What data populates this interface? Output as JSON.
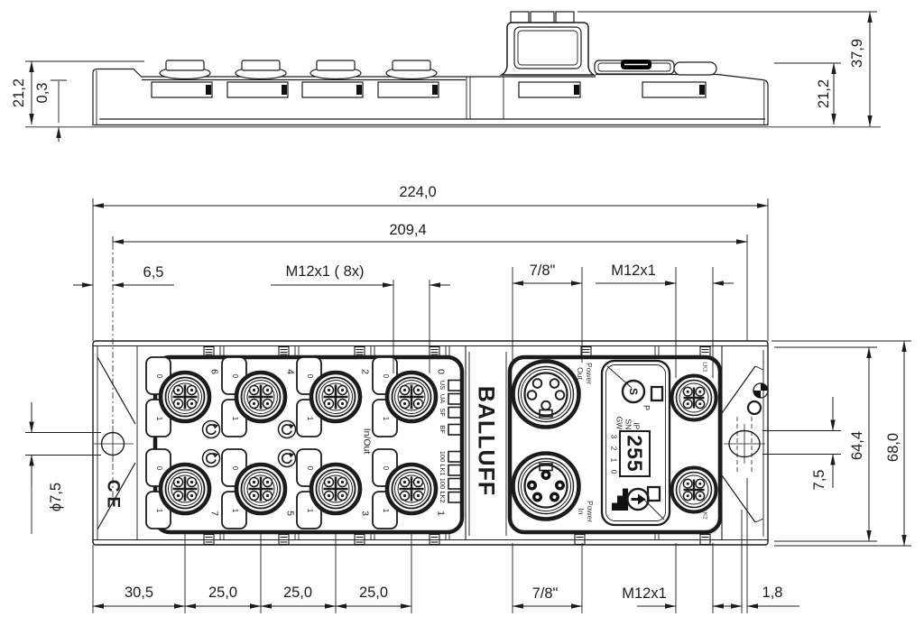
{
  "top_view": {
    "dim_height": "21,2",
    "dim_lip": "0,3",
    "dim_total_height": "37,9",
    "dim_body_height": "21,2"
  },
  "front_view": {
    "dim_overall_width": "224,0",
    "dim_mount_width": "209,4",
    "dim_edge_offset": "6,5",
    "dim_io_thread": "M12x1 ( 8x)",
    "dim_power_thread": "7/8\"",
    "dim_eth_thread": "M12x1",
    "dim_bottom": [
      "30,5",
      "25,0",
      "25,0",
      "25,0"
    ],
    "dim_power_thread_b": "7/8\"",
    "dim_eth_thread_b": "M12x1",
    "dim_edge_right": "1,8",
    "dim_hole": "ϕ7,5",
    "dim_slot": "7,5",
    "dim_inner_height": "64,4",
    "dim_height": "68,0"
  },
  "module": {
    "brand": "BALLUFF",
    "ce_mark": "CE",
    "io_label": "In/Out",
    "ports_top": [
      "6",
      "4",
      "2",
      "0"
    ],
    "ports_bottom": [
      "7",
      "5",
      "3",
      "1"
    ],
    "pin_labels": {
      "a": "0",
      "b": "1"
    },
    "led_labels": [
      "US",
      "UA",
      "SF",
      "BF",
      "100",
      "LK1",
      "100",
      "LK2"
    ],
    "power_out": {
      "line1": "Power",
      "line2": "Out"
    },
    "power_in": {
      "line1": "Power",
      "line2": "In"
    },
    "eth_labels": [
      "LK1",
      "LK2"
    ],
    "display": {
      "set_button": "S",
      "p_label": "P",
      "modes": [
        "IP",
        "SN",
        "GW"
      ],
      "value": "255",
      "dip": "3 2 1 0"
    },
    "icons": {
      "link": "daisy-chain-arrows",
      "datum": "datum-target",
      "arrow_button": "arrow-right"
    }
  }
}
